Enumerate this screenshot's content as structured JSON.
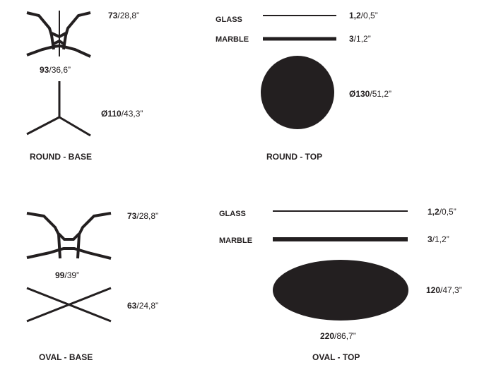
{
  "round": {
    "base_title": "ROUND - BASE",
    "top_title": "ROUND - TOP",
    "height": {
      "bold": "73",
      "rest": "/28,8”"
    },
    "base_width": {
      "bold": "93",
      "rest": "/36,6”"
    },
    "base_diameter": {
      "bold": "Ø110",
      "rest": "/43,3”"
    },
    "glass_label": "GLASS",
    "glass_thickness": {
      "bold": "1,2",
      "rest": "/0,5”"
    },
    "marble_label": "MARBLE",
    "marble_thickness": {
      "bold": "3",
      "rest": "/1,2”"
    },
    "top_diameter": {
      "bold": "Ø130",
      "rest": "/51,2”"
    }
  },
  "oval": {
    "base_title": "OVAL - BASE",
    "top_title": "OVAL - TOP",
    "height": {
      "bold": "73",
      "rest": "/28,8”"
    },
    "base_width": {
      "bold": "99",
      "rest": "/39”"
    },
    "base_depth": {
      "bold": "63",
      "rest": "/24,8”"
    },
    "glass_label": "GLASS",
    "glass_thickness": {
      "bold": "1,2",
      "rest": "/0,5”"
    },
    "marble_label": "MARBLE",
    "marble_thickness": {
      "bold": "3",
      "rest": "/1,2”"
    },
    "top_width": {
      "bold": "120",
      "rest": "/47,3”"
    },
    "top_length": {
      "bold": "220",
      "rest": "/86,7”"
    }
  },
  "colors": {
    "ink": "#231f20"
  }
}
